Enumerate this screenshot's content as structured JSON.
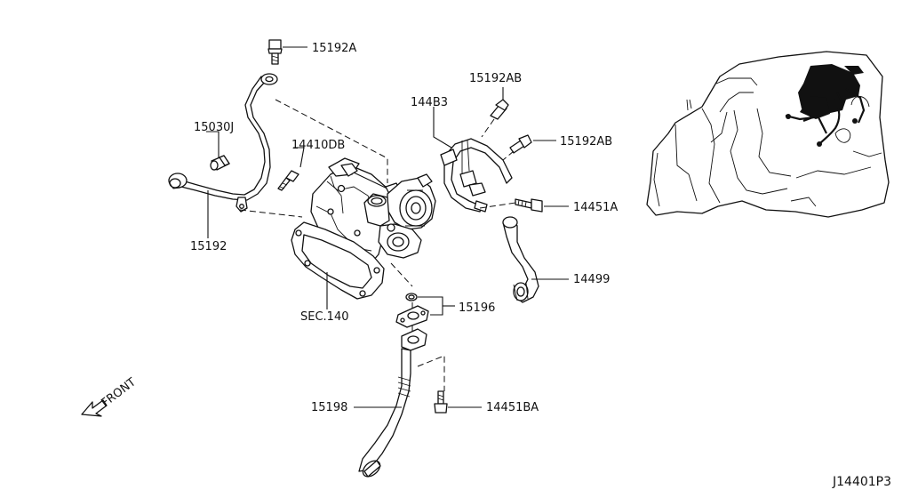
{
  "labels": {
    "p15192A": "15192A",
    "p15030J": "15030J",
    "p14410DB": "14410DB",
    "p15192": "15192",
    "p15192AB_top": "15192AB",
    "p144B3": "144B3",
    "p15192AB_right": "15192AB",
    "p14451A": "14451A",
    "p14499": "14499",
    "sec140": "SEC.140",
    "p15196": "15196",
    "p15198": "15198",
    "p14451BA": "14451BA",
    "front": "FRONT"
  },
  "diagram_code": "J14401P3"
}
